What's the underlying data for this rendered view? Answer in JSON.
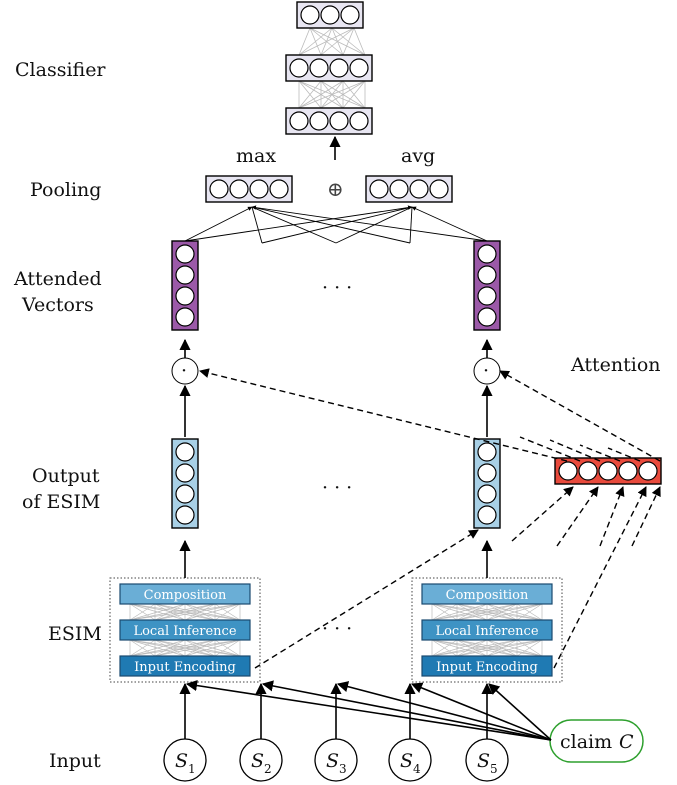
{
  "labels": {
    "classifier": "Classifier",
    "pooling": "Pooling",
    "attended_line1": "Attended",
    "attended_line2": "Vectors",
    "output_line1": "Output",
    "output_line2": "of ESIM",
    "esim": "ESIM",
    "input": "Input",
    "attention": "Attention"
  },
  "pooling": {
    "max": "max",
    "avg": "avg",
    "concat": "⊕"
  },
  "ellipsis": "· · ·",
  "dot_product": "·",
  "esim_layers": {
    "composition": "Composition",
    "local_inference": "Local Inference",
    "input_encoding": "Input Encoding"
  },
  "inputs": [
    {
      "base": "S",
      "sub": "1"
    },
    {
      "base": "S",
      "sub": "2"
    },
    {
      "base": "S",
      "sub": "3"
    },
    {
      "base": "S",
      "sub": "4"
    },
    {
      "base": "S",
      "sub": "5"
    }
  ],
  "claim": {
    "text": "claim",
    "var": "C"
  },
  "colors": {
    "classifier_fill": "#e8e6f2",
    "attended_fill": "#9b59a8",
    "output_fill": "#a8d0e6",
    "attention_fill": "#e84a3c",
    "esim_composition": "#6aaed6",
    "esim_local": "#3e93c4",
    "esim_input": "#1f7ab3",
    "claim_border": "#2ea02e"
  }
}
